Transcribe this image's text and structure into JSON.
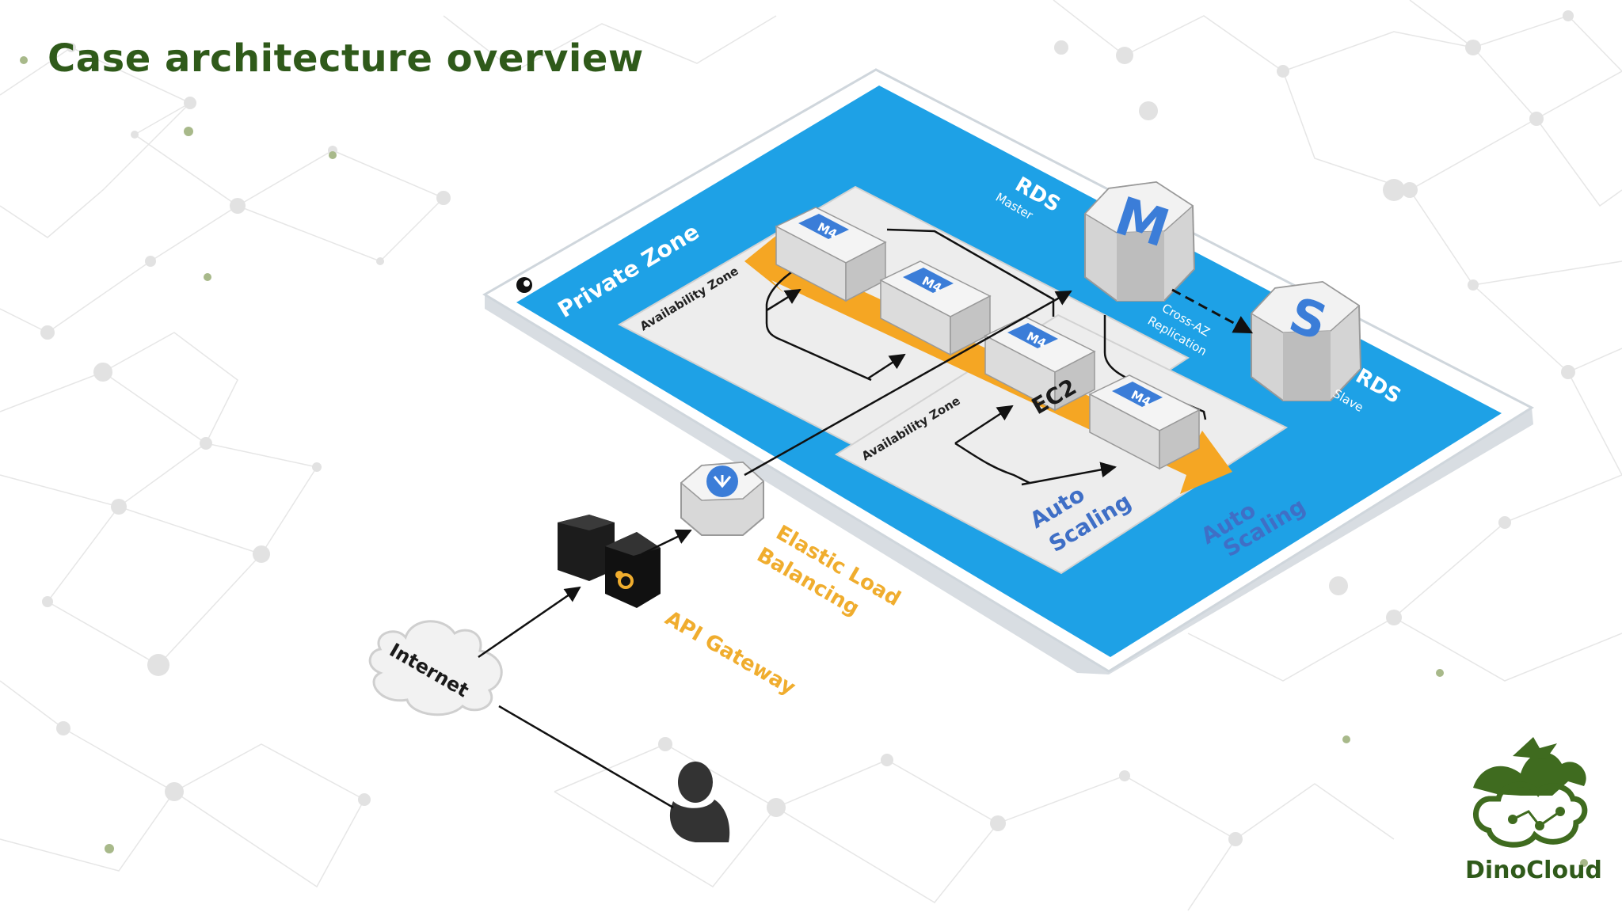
{
  "slide": {
    "title": "Case architecture overview"
  },
  "diagram": {
    "private_zone_label": "Private Zone",
    "availability_zone_1": "Availability Zone",
    "availability_zone_2": "Availability Zone",
    "instance_label": "M4",
    "ec2_label": "EC2",
    "auto_scaling_inner": [
      "Auto",
      "Scaling"
    ],
    "auto_scaling_outer": [
      "Auto",
      "Scaling"
    ],
    "rds_master": {
      "title": "RDS",
      "sub": "Master",
      "letter": "M"
    },
    "rds_slave": {
      "title": "RDS",
      "sub": "Slave",
      "letter": "S"
    },
    "replication": [
      "Cross-AZ",
      "Replication"
    ],
    "elb_label": [
      "Elastic Load",
      "Balancing"
    ],
    "api_gateway_label": "API Gateway",
    "internet_label": "Internet"
  },
  "logo": {
    "name": "DinoCloud"
  },
  "colors": {
    "title_green": "#2f5a1a",
    "zone_blue": "#1ea1e6",
    "arrow_orange": "#f5a623",
    "label_orange": "#f0ad2e",
    "instance_badge": "#3b7dd8"
  }
}
